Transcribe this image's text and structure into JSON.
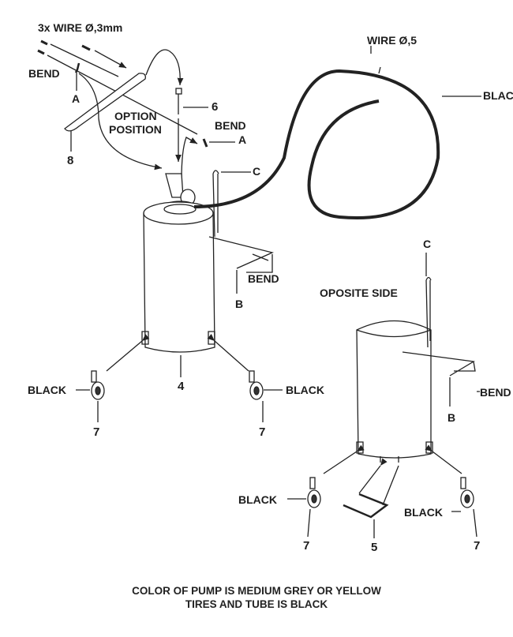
{
  "labels": {
    "wire_3mm": "3x WIRE Ø,3mm",
    "bend_a_left": "BEND",
    "a_left": "A",
    "part_8": "8",
    "part_6": "6",
    "option": "OPTION",
    "position": "POSITION",
    "bend_a_right": "BEND",
    "a_right": "A",
    "c_top": "C",
    "wire_5": "WIRE Ø,5",
    "black_tube": "BLACK",
    "bend_b_left": "BEND",
    "b_left": "B",
    "opposite_side": "OPOSITE SIDE",
    "c_right": "C",
    "bend_b_right": "BEND",
    "b_right": "B",
    "black_caster_1": "BLACK",
    "part_4": "4",
    "black_caster_2": "BLACK",
    "part_7a": "7",
    "part_7b": "7",
    "black_caster_3": "BLACK",
    "part_5": "5",
    "part_7c": "7",
    "black_caster_4": "BLACK",
    "part_7d": "7"
  },
  "footer": {
    "line1": "COLOR OF PUMP IS MEDIUM GREY OR YELLOW",
    "line2": "TIRES AND TUBE IS BLACK"
  }
}
